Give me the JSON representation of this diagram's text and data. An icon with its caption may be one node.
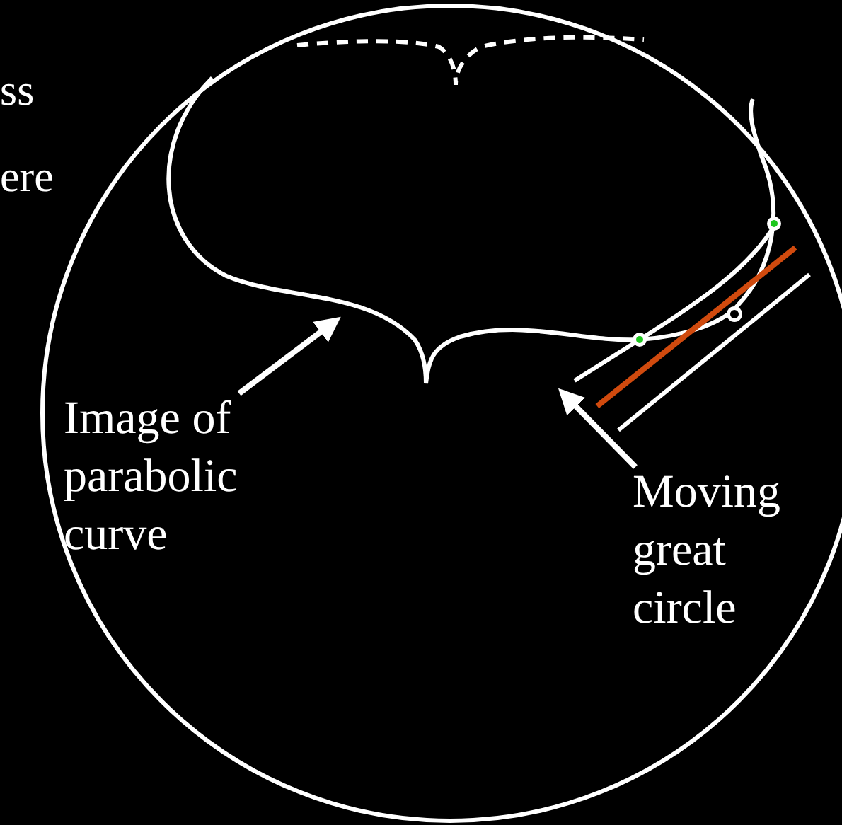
{
  "diagram": {
    "nodes": [
      {
        "text": [
          "Image of parabolic curve"
        ]
      },
      {
        "text": [
          "Moving great circle"
        ]
      }
    ],
    "edges": [
      {
        "from": 0,
        "to": null,
        "arrow": "to"
      },
      {
        "from": 1,
        "to": null,
        "arrow": "to"
      }
    ],
    "labels": [
      "ss",
      "ere"
    ]
  }
}
